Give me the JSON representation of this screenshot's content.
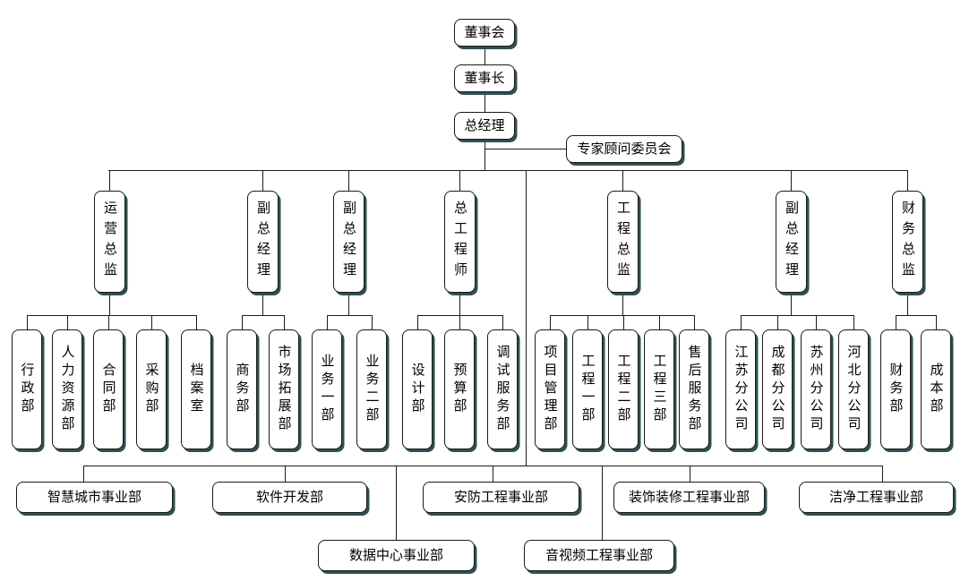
{
  "org": {
    "top_chain": [
      "董事会",
      "董事长",
      "总经理"
    ],
    "advisory": "专家顾问委员会",
    "executives": [
      "运营总监",
      "副总经理",
      "副总经理",
      "总工程师",
      "工程总监",
      "副总经理",
      "财务总监"
    ],
    "groups": {
      "operations": [
        "行政部",
        "人力资源部",
        "合同部",
        "采购部",
        "档案室"
      ],
      "vp1": [
        "商务部",
        "市场拓展部"
      ],
      "vp2": [
        "业务一部",
        "业务二部"
      ],
      "chief_engineer": [
        "设计部",
        "预算部",
        "调试服务部"
      ],
      "engineering": [
        "项目管理部",
        "工程一部",
        "工程二部",
        "工程三部",
        "售后服务部"
      ],
      "vp3": [
        "江苏分公司",
        "成都分公司",
        "苏州分公司",
        "河北分公司"
      ],
      "finance": [
        "财务部",
        "成本部"
      ]
    },
    "business_units_row1": [
      "智慧城市事业部",
      "软件开发部",
      "安防工程事业部",
      "装饰装修工程事业部",
      "洁净工程事业部"
    ],
    "business_units_row2": [
      "数据中心事业部",
      "音视频工程事业部"
    ]
  },
  "colors": {
    "background": "#ffffff",
    "box_fill": "#ffffff",
    "box_border": "#1a1a1a",
    "box_shadow": "#2e5053",
    "line": "#1c1c1c",
    "text": "#000000"
  }
}
